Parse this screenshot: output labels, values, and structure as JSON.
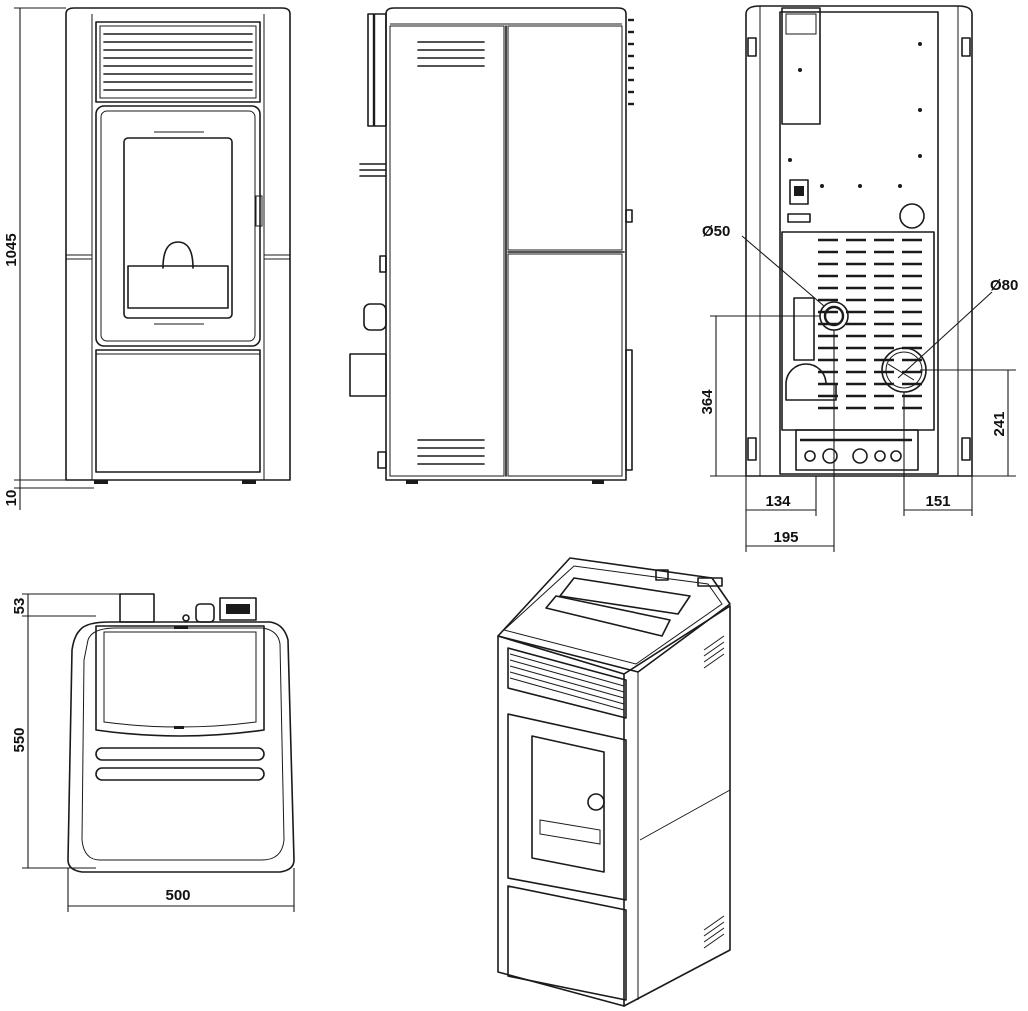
{
  "dimensions": {
    "height_total": "1045",
    "height_feet": "10",
    "top_offset": "53",
    "depth": "550",
    "width": "500",
    "flue_diameter": "Ø80",
    "air_intake_diameter": "Ø50",
    "air_intake_height": "364",
    "flue_height": "241",
    "air_intake_offset_small": "134",
    "air_intake_offset_large": "195",
    "flue_offset": "151"
  },
  "colors": {
    "line": "#1a1a1a",
    "background": "#ffffff"
  }
}
